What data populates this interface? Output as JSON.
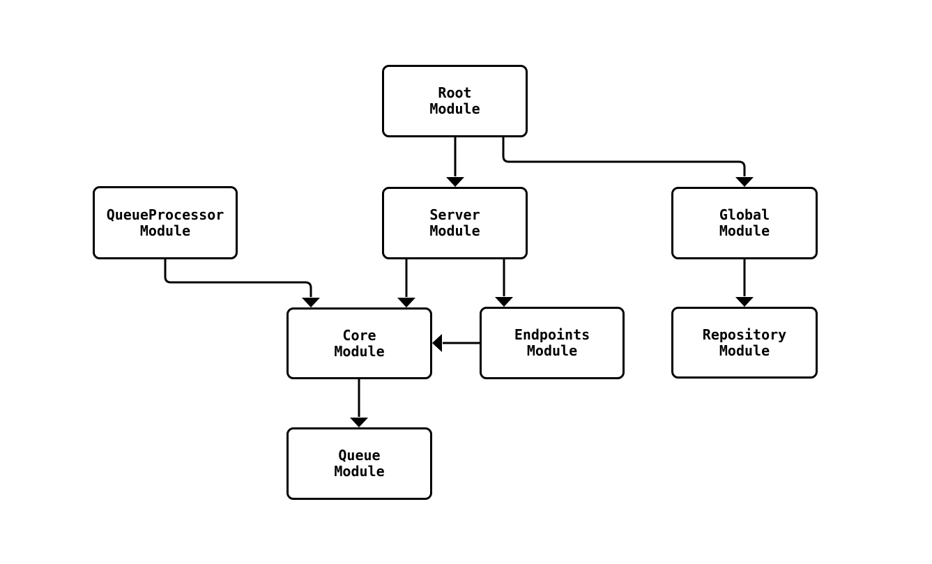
{
  "diagram": {
    "background_color": "#ffffff",
    "node_border_color": "#000000",
    "node_fill_color": "#ffffff",
    "edge_color": "#000000",
    "nodes": [
      {
        "id": "root",
        "line1": "Root",
        "line2": "Module"
      },
      {
        "id": "queueprocessor",
        "line1": "QueueProcessor",
        "line2": "Module"
      },
      {
        "id": "server",
        "line1": "Server",
        "line2": "Module"
      },
      {
        "id": "global",
        "line1": "Global",
        "line2": "Module"
      },
      {
        "id": "core",
        "line1": "Core",
        "line2": "Module"
      },
      {
        "id": "endpoints",
        "line1": "Endpoints",
        "line2": "Module"
      },
      {
        "id": "repository",
        "line1": "Repository",
        "line2": "Module"
      },
      {
        "id": "queue",
        "line1": "Queue",
        "line2": "Module"
      }
    ],
    "edges": [
      {
        "from": "Root Module",
        "to": "Server Module"
      },
      {
        "from": "Root Module",
        "to": "Global Module"
      },
      {
        "from": "QueueProcessor Module",
        "to": "Core Module"
      },
      {
        "from": "Server Module",
        "to": "Core Module"
      },
      {
        "from": "Server Module",
        "to": "Endpoints Module"
      },
      {
        "from": "Endpoints Module",
        "to": "Core Module"
      },
      {
        "from": "Global Module",
        "to": "Repository Module"
      },
      {
        "from": "Core Module",
        "to": "Queue Module"
      }
    ]
  }
}
